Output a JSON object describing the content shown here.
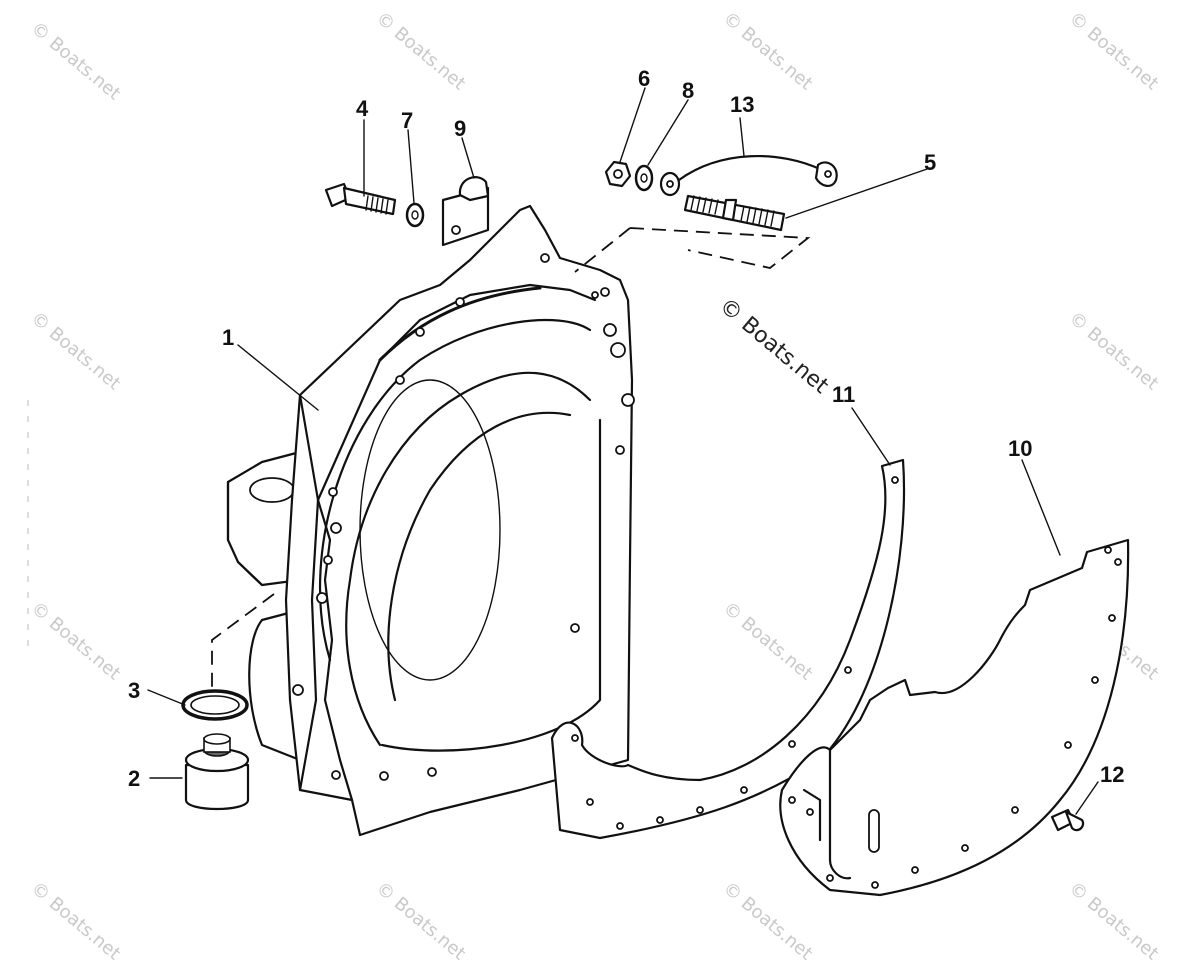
{
  "watermark": {
    "small_text": "© Boats.net",
    "main_text": "© Boats.net"
  },
  "callouts": [
    {
      "id": "1",
      "label": "1"
    },
    {
      "id": "2",
      "label": "2"
    },
    {
      "id": "3",
      "label": "3"
    },
    {
      "id": "4",
      "label": "4"
    },
    {
      "id": "5",
      "label": "5"
    },
    {
      "id": "6",
      "label": "6"
    },
    {
      "id": "7",
      "label": "7"
    },
    {
      "id": "8",
      "label": "8"
    },
    {
      "id": "9",
      "label": "9"
    },
    {
      "id": "10",
      "label": "10"
    },
    {
      "id": "11",
      "label": "11"
    },
    {
      "id": "12",
      "label": "12"
    },
    {
      "id": "13",
      "label": "13"
    }
  ],
  "colors": {
    "line": "#111111",
    "background": "#ffffff",
    "watermark": "#c9c9c9"
  }
}
